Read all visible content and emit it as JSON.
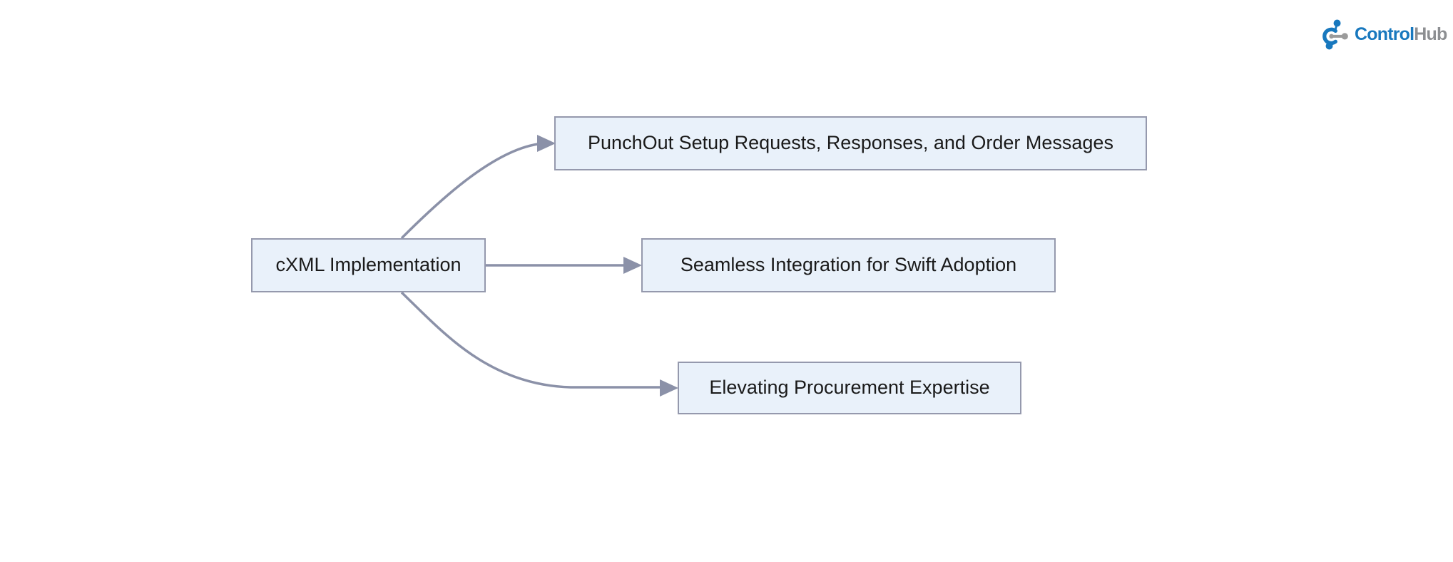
{
  "logo": {
    "brand_primary": "Control",
    "brand_secondary": "Hub",
    "icon": "network-hub-icon"
  },
  "diagram": {
    "type": "flowchart",
    "direction": "left-to-right",
    "root_node": {
      "id": "root",
      "label": "cXML Implementation"
    },
    "child_nodes": [
      {
        "id": "child1",
        "label": "PunchOut Setup Requests, Responses, and Order Messages"
      },
      {
        "id": "child2",
        "label": "Seamless Integration for Swift Adoption"
      },
      {
        "id": "child3",
        "label": "Elevating Procurement Expertise"
      }
    ],
    "edges": [
      {
        "from": "cXML Implementation",
        "to": "PunchOut Setup Requests, Responses, and Order Messages",
        "style": "curved-arrow"
      },
      {
        "from": "cXML Implementation",
        "to": "Seamless Integration for Swift Adoption",
        "style": "straight-arrow"
      },
      {
        "from": "cXML Implementation",
        "to": "Elevating Procurement Expertise",
        "style": "curved-arrow"
      }
    ],
    "colors": {
      "background": "#ffffff",
      "node_fill": "#e9f1fa",
      "node_border": "#9599ad",
      "edge": "#8b91a8",
      "node_text": "#1a1a1a",
      "logo_blue": "#1878be",
      "logo_gray": "#8d8f92"
    }
  }
}
